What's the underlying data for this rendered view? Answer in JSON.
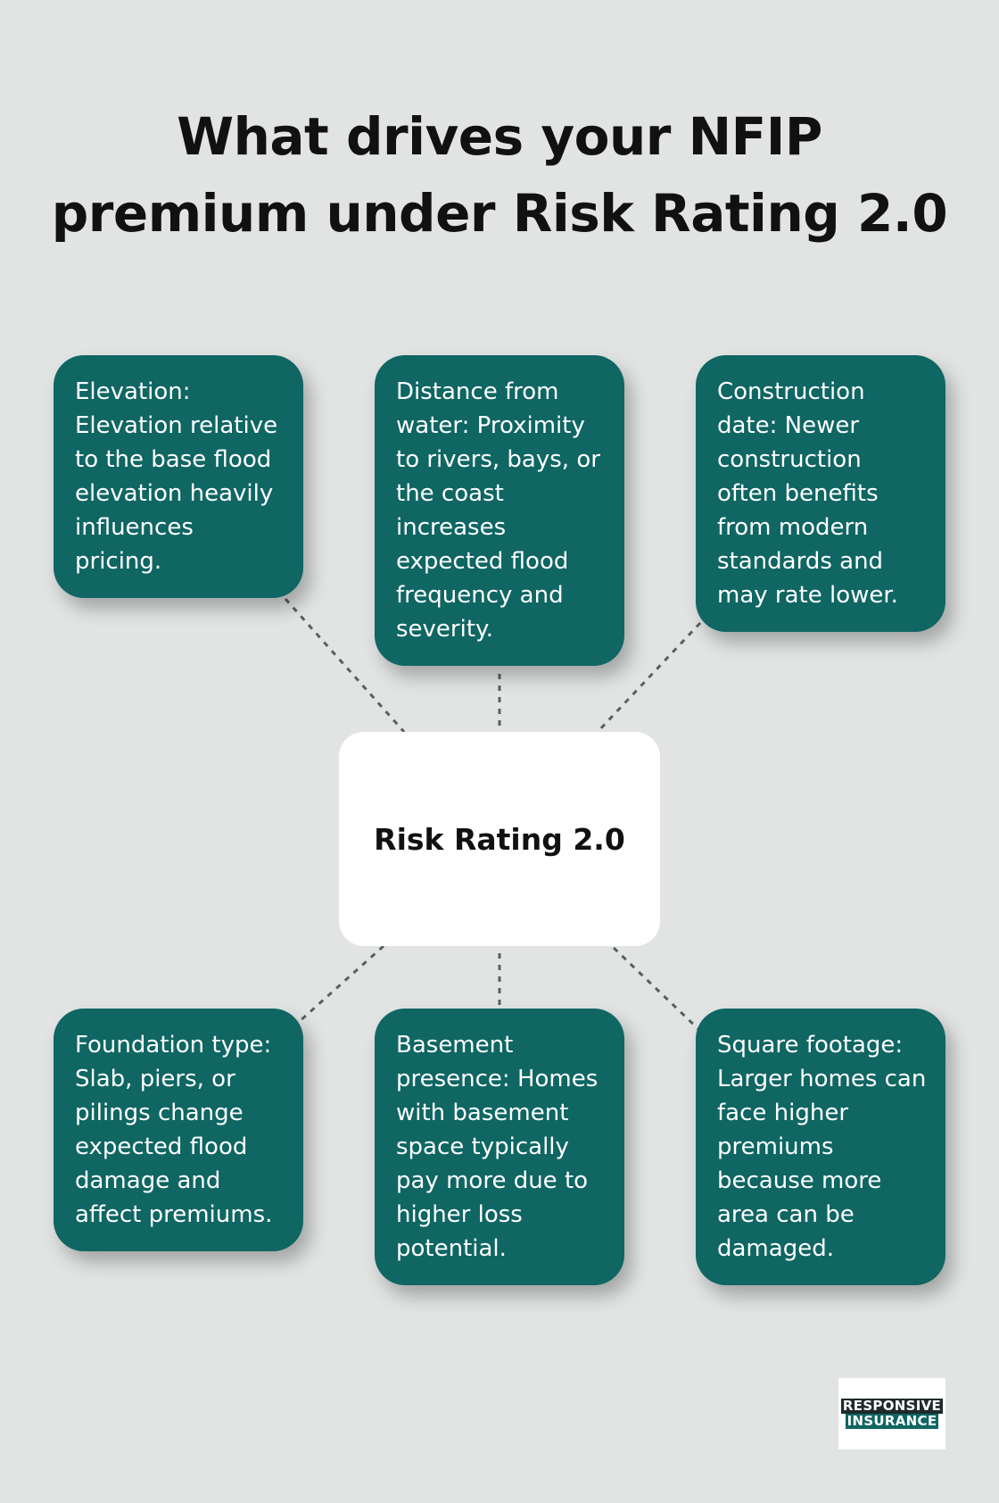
{
  "title": {
    "line1": "What drives your NFIP",
    "line2": "premium under Risk Rating 2.0"
  },
  "center": {
    "label": "Risk Rating 2.0"
  },
  "factors": [
    {
      "text": "Elevation: Elevation relative to the base flood elevation heavily influences pricing."
    },
    {
      "text": "Distance from water: Proximity to rivers, bays, or the coast increases expected flood frequency and severity."
    },
    {
      "text": "Construction date: Newer construction often benefits from modern standards and may rate lower."
    },
    {
      "text": "Foundation type: Slab, piers, or pilings change expected flood damage and affect premiums."
    },
    {
      "text": "Basement presence: Homes with basement space typically pay more due to higher loss potential."
    },
    {
      "text": "Square footage: Larger homes can face higher premiums because more area can be damaged."
    }
  ],
  "logo": {
    "line1": "RESPONSIVE",
    "line2": "INSURANCE"
  },
  "colors": {
    "background": "#e2e4e4",
    "card": "#0f6663",
    "center": "#ffffff",
    "connector": "#5a5f5f"
  }
}
